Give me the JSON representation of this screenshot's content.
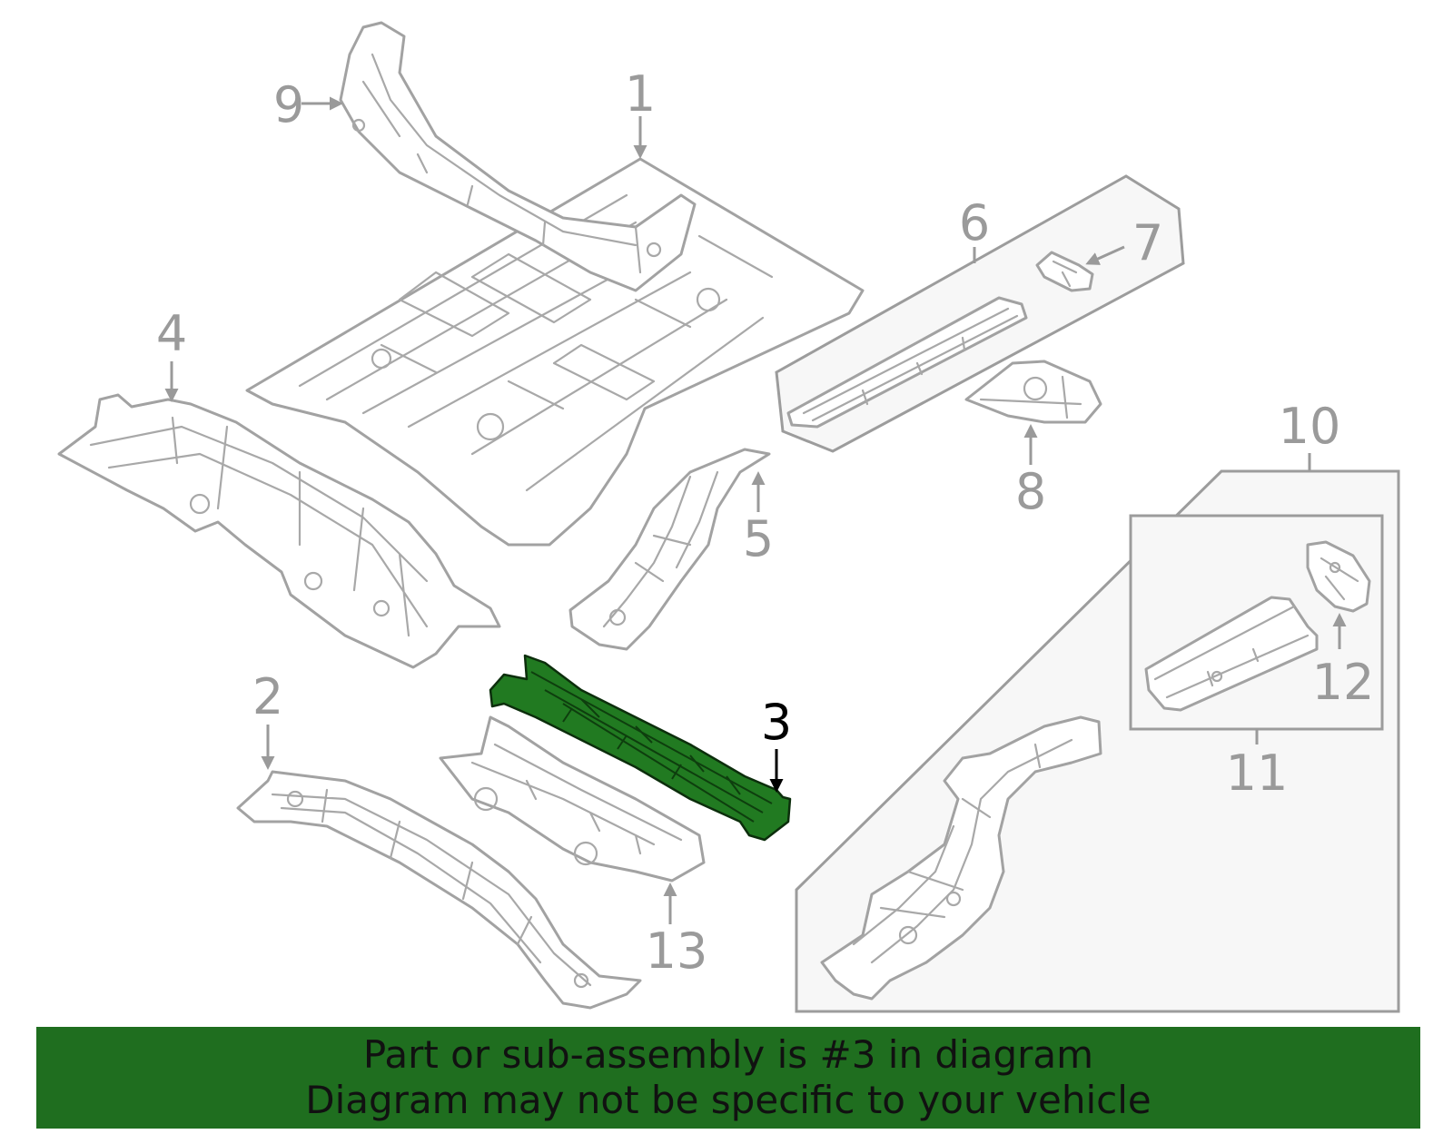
{
  "callouts": {
    "c1": "1",
    "c2": "2",
    "c3": "3",
    "c4": "4",
    "c5": "5",
    "c6": "6",
    "c7": "7",
    "c8": "8",
    "c9": "9",
    "c10": "10",
    "c11": "11",
    "c12": "12",
    "c13": "13"
  },
  "highlighted_part": "3",
  "highlight_color": "#217a21",
  "banner": {
    "line1": "Part or sub-assembly is #3 in diagram",
    "line2": "Diagram may not be specific to your vehicle",
    "background": "#1f6e1f"
  }
}
